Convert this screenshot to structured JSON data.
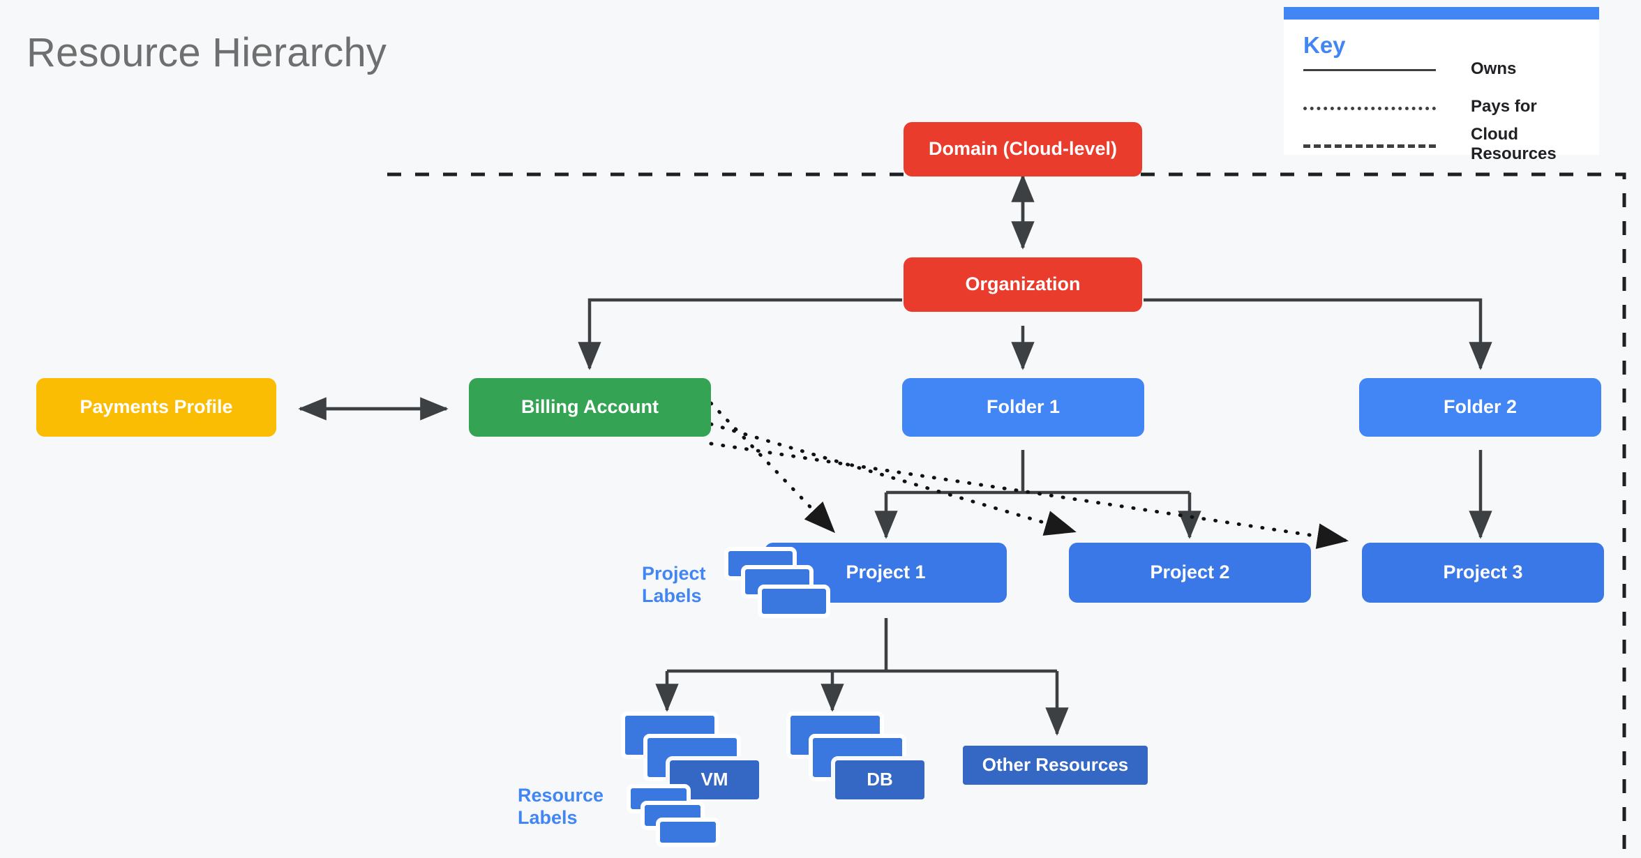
{
  "page": {
    "title": "Resource Hierarchy",
    "background": "#f6f8fa"
  },
  "colors": {
    "red": "#ea3c2d",
    "green": "#34a353",
    "amber": "#fbbc04",
    "light_blue": "#4285f4",
    "project_blue": "#3b78e7",
    "resource_blue": "#3567c4",
    "line": "#3c4043",
    "title_gray": "#6f6f6f",
    "key_accent": "#4285f4"
  },
  "key": {
    "title": "Key",
    "rows": [
      {
        "style": "solid",
        "label": "Owns"
      },
      {
        "style": "dotted",
        "label": "Pays for"
      },
      {
        "style": "dashed",
        "label": "Cloud Resources"
      }
    ]
  },
  "nodes": {
    "domain": "Domain (Cloud-level)",
    "organization": "Organization",
    "payments_profile": "Payments Profile",
    "billing_account": "Billing Account",
    "folder1": "Folder 1",
    "folder2": "Folder 2",
    "project1": "Project 1",
    "project2": "Project 2",
    "project3": "Project 3",
    "vm": "VM",
    "db": "DB",
    "other_resources": "Other Resources"
  },
  "labels": {
    "project_labels_line1": "Project",
    "project_labels_line2": "Labels",
    "resource_labels_line1": "Resource",
    "resource_labels_line2": "Labels"
  },
  "edges": [
    {
      "from": "Organization",
      "to": "Domain (Cloud-level)",
      "type": "owns",
      "bidirectional": true
    },
    {
      "from": "Payments Profile",
      "to": "Billing Account",
      "type": "owns",
      "bidirectional": true
    },
    {
      "from": "Organization",
      "to": "Billing Account",
      "type": "owns"
    },
    {
      "from": "Organization",
      "to": "Folder 1",
      "type": "owns"
    },
    {
      "from": "Organization",
      "to": "Folder 2",
      "type": "owns"
    },
    {
      "from": "Folder 1",
      "to": "Project 1",
      "type": "owns"
    },
    {
      "from": "Folder 1",
      "to": "Project 2",
      "type": "owns"
    },
    {
      "from": "Folder 2",
      "to": "Project 3",
      "type": "owns"
    },
    {
      "from": "Project 1",
      "to": "VM",
      "type": "owns"
    },
    {
      "from": "Project 1",
      "to": "DB",
      "type": "owns"
    },
    {
      "from": "Project 1",
      "to": "Other Resources",
      "type": "owns"
    },
    {
      "from": "Billing Account",
      "to": "Project 1",
      "type": "pays-for"
    },
    {
      "from": "Billing Account",
      "to": "Project 2",
      "type": "pays-for"
    },
    {
      "from": "Billing Account",
      "to": "Project 3",
      "type": "pays-for"
    }
  ],
  "cloud_boundary": {
    "type": "dashed",
    "label": "Cloud Resources"
  }
}
